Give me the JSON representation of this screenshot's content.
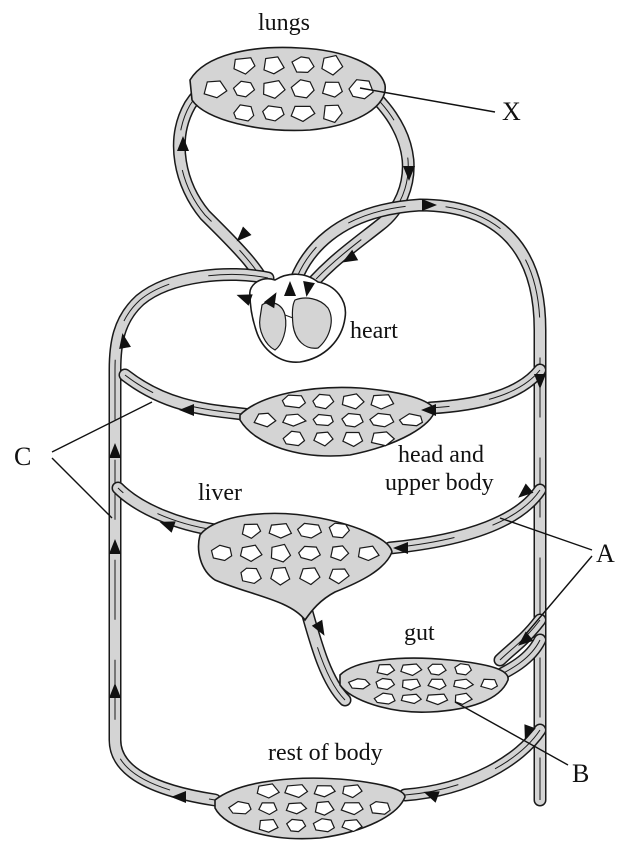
{
  "labels": {
    "lungs": "lungs",
    "heart": "heart",
    "head_upper_body_line1": "head and",
    "head_upper_body_line2": "upper body",
    "liver": "liver",
    "gut": "gut",
    "rest_of_body": "rest of body"
  },
  "letters": {
    "x": "X",
    "a": "A",
    "b": "B",
    "c": "C"
  },
  "colors": {
    "vessel_fill": "#d4d4d4",
    "outline": "#1a1a1a",
    "background": "#ffffff"
  }
}
